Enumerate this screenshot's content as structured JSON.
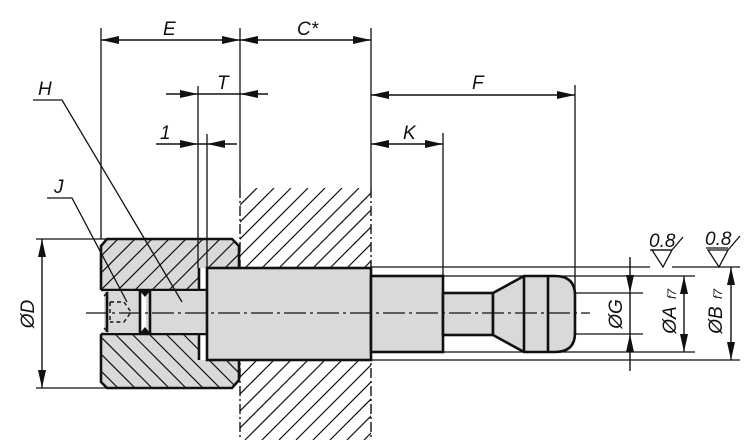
{
  "drawing": {
    "title": "Technical drawing of indexing plunger / thrust pin with threaded bushing mounted in wall",
    "colors": {
      "line": "#111111",
      "part_fill": "#d9d9d9",
      "background": "#ffffff"
    },
    "dimensions": {
      "E": "E",
      "C": "C*",
      "T": "T",
      "one": "1",
      "F": "F",
      "K": "K",
      "D": "ØD",
      "G": "ØG",
      "A": "ØA",
      "A_tol": "f7",
      "B": "ØB",
      "B_tol": "f7"
    },
    "callouts": {
      "H": "H",
      "J": "J"
    },
    "surface_finish": [
      {
        "id": "finish-A",
        "value": "0.8"
      },
      {
        "id": "finish-B",
        "value": "0.8"
      }
    ]
  }
}
